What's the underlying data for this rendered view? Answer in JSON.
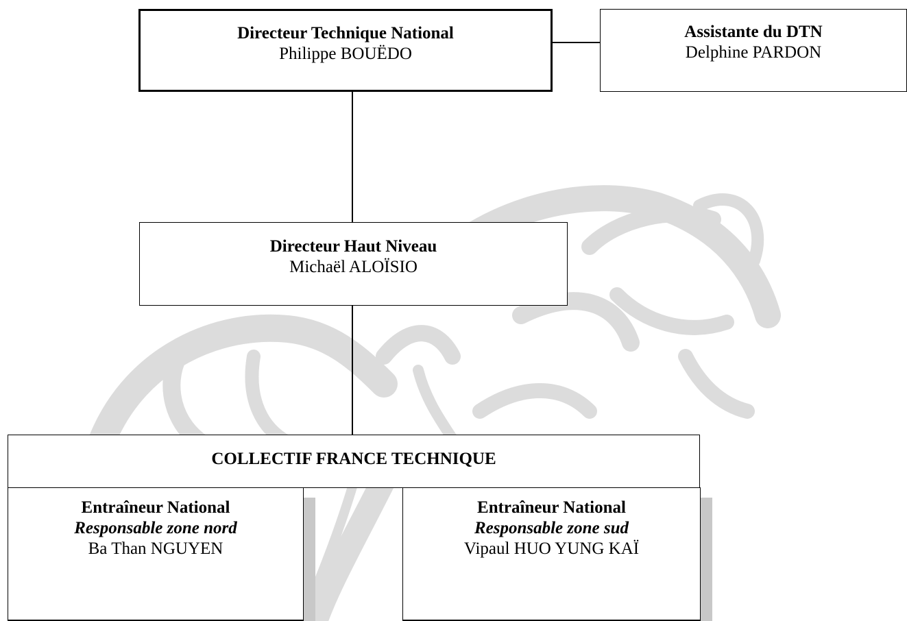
{
  "watermark": {
    "color": "#d9d9d9",
    "icon": "federation-logo-watermark"
  },
  "dtn": {
    "title": "Directeur Technique National",
    "name": "Philippe BOUËDO"
  },
  "assistant": {
    "title": "Assistante du DTN",
    "name": "Delphine PARDON"
  },
  "dhn": {
    "title": "Directeur Haut Niveau",
    "name": "Michaël ALOÏSIO"
  },
  "collective": {
    "title": "COLLECTIF FRANCE TECHNIQUE",
    "coaches": [
      {
        "title": "Entraîneur National",
        "role": "Responsable zone nord",
        "name": "Ba Than NGUYEN"
      },
      {
        "title": "Entraîneur National",
        "role": "Responsable zone sud",
        "name": "Vipaul HUO YUNG KAÏ"
      }
    ]
  }
}
